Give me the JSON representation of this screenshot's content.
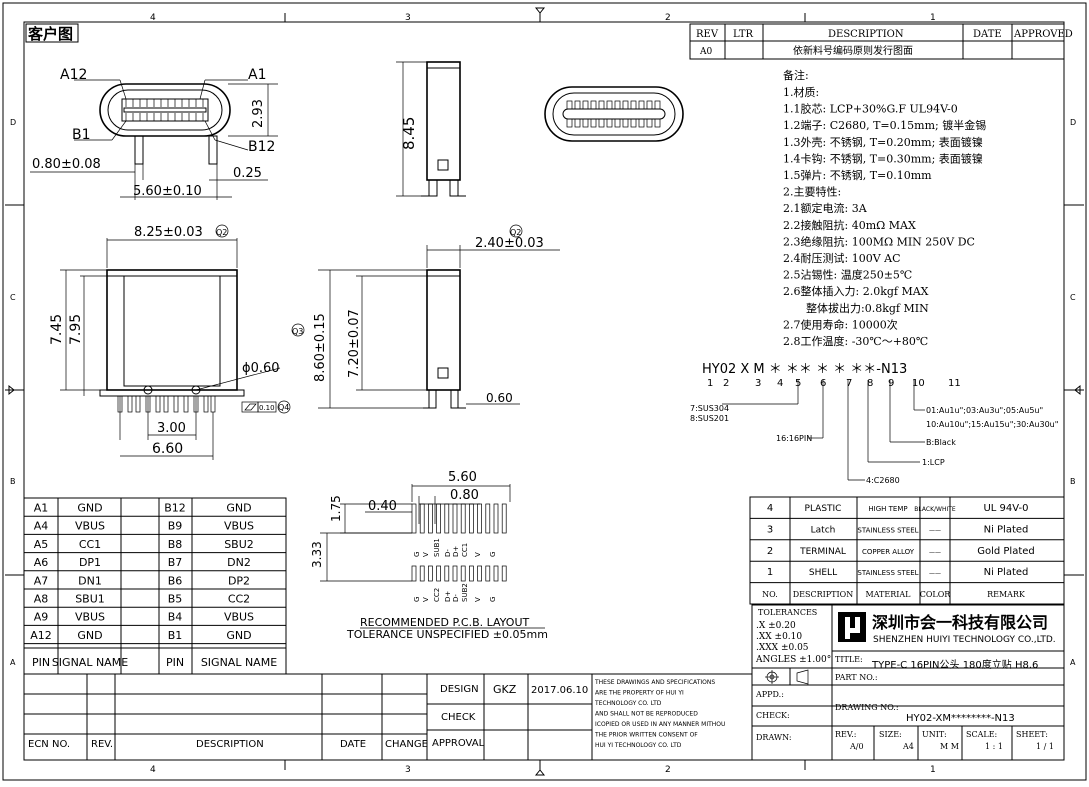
{
  "drawing_title": "客户图",
  "zone_numbers_top": [
    "4",
    "3",
    "2",
    "1"
  ],
  "zone_numbers_bottom": [
    "4",
    "3",
    "2",
    "1"
  ],
  "zone_letters_left": [
    "D",
    "C",
    "B",
    "A"
  ],
  "zone_letters_right": [
    "D",
    "C",
    "B",
    "A"
  ],
  "revision_table": {
    "headers": [
      "REV",
      "LTR",
      "DESCRIPTION",
      "DATE",
      "APPROVED"
    ],
    "row": [
      "A0",
      "",
      "依新料号编码原则发行图面",
      "",
      ""
    ]
  },
  "dimensions": {
    "a12": "A12",
    "a1": "A1",
    "b1": "B1",
    "b12": "B12",
    "d_293": "2.93",
    "d_080": "0.80±0.08",
    "d_560": "5.60±0.10",
    "d_025": "0.25",
    "d_845": "8.45",
    "d_825": "8.25±0.03",
    "q2a": "Q2",
    "d_240": "2.40±0.03",
    "q2b": "Q2",
    "d_745": "7.45",
    "d_795": "7.95",
    "d_060": "ϕ0.60",
    "d_860": "8.60±0.15",
    "d_720": "7.20±0.07",
    "q3": "Q3",
    "flat_010": "0.10",
    "q4": "Q4",
    "d_300": "3.00",
    "d_660": "6.60",
    "d_060b": "0.60"
  },
  "notes": {
    "heading": "备注:",
    "lines": [
      "1.材质:",
      "1.1胶芯: LCP+30%G.F UL94V-0",
      "1.2端子: C2680, T=0.15mm; 镀半金锡",
      "1.3外壳: 不锈钢, T=0.20mm; 表面镀镍",
      "1.4卡钩: 不锈钢, T=0.30mm; 表面镀镍",
      "1.5弹片: 不锈钢, T=0.10mm",
      "2.主要特性:",
      "2.1额定电流: 3A",
      "2.2接触阻抗: 40mΩ MAX",
      "2.3绝缘阻抗: 100MΩ MIN 250V DC",
      "2.4耐压测试: 100V AC",
      "2.5沾锡性: 温度250±5℃",
      "2.6整体插入力: 2.0kgf MAX",
      "整体拔出力:0.8kgf MIN",
      "2.7使用寿命: 10000次",
      "2.8工作温度: -30℃～+80℃"
    ]
  },
  "part_code": {
    "code": "HY02  X  M  ＊  ＊＊  ＊  ＊  ＊＊-N13",
    "positions": [
      "1",
      "2",
      "3",
      "4",
      "5",
      "6",
      "7",
      "8",
      "9",
      "10",
      "11"
    ],
    "opt_shell": [
      "7:SUS304",
      "8:SUS201"
    ],
    "opt_pin": "16:16PIN",
    "opt_terminal": "4:C2680",
    "opt_housing": "1:LCP",
    "opt_color": "B:Black",
    "opt_plating": [
      "01:Au1u\";03:Au3u\";05:Au5u\"",
      "10:Au10u\";15:Au15u\";30:Au30u\""
    ]
  },
  "pin_table": {
    "rows": [
      [
        "A1",
        "GND",
        "B12",
        "GND"
      ],
      [
        "A4",
        "VBUS",
        "B9",
        "VBUS"
      ],
      [
        "A5",
        "CC1",
        "B8",
        "SBU2"
      ],
      [
        "A6",
        "DP1",
        "B7",
        "DN2"
      ],
      [
        "A7",
        "DN1",
        "B6",
        "DP2"
      ],
      [
        "A8",
        "SBU1",
        "B5",
        "CC2"
      ],
      [
        "A9",
        "VBUS",
        "B4",
        "VBUS"
      ],
      [
        "A12",
        "GND",
        "B1",
        "GND"
      ]
    ],
    "header": [
      "PIN",
      "SIGNAL NAME",
      "PIN",
      "SIGNAL NAME"
    ]
  },
  "pcb": {
    "d_560": "5.60",
    "d_080": "0.80",
    "d_040": "0.40",
    "d_175": "1.75",
    "d_333": "3.33",
    "top_labels": [
      "G",
      "V",
      "SUB1",
      "D-",
      "D+",
      "CC1",
      "V",
      "G"
    ],
    "bottom_labels": [
      "G",
      "V",
      "CC2",
      "D+",
      "D-",
      "SUB2",
      "V",
      "G"
    ],
    "caption1": "RECOMMENDED  P.C.B. LAYOUT",
    "caption2": "TOLERANCE  UNSPECIFIED  ±0.05mm"
  },
  "material_table": {
    "rows": [
      [
        "4",
        "PLASTIC",
        "HIGH TEMP",
        "BLACK/WHITE",
        "UL 94V-0"
      ],
      [
        "3",
        "Latch",
        "STAINLESS STEEL",
        "——",
        "Ni Plated"
      ],
      [
        "2",
        "TERMINAL",
        "COPPER ALLOY",
        "——",
        "Gold Plated"
      ],
      [
        "1",
        "SHELL",
        "STAINLESS STEEL",
        "——",
        "Ni Plated"
      ]
    ],
    "header": [
      "NO.",
      "DESCRIPTION",
      "MATERIAL",
      "COLOR",
      "REMARK"
    ]
  },
  "title_block": {
    "tol_title": "TOLERANCES",
    "tol_lines": [
      ".X    ±0.20",
      ".XX   ±0.10",
      ".XXX  ±0.05",
      "ANGLES ±1.00°"
    ],
    "company_cn": "深圳市会一科技有限公司",
    "company_en": "SHENZHEN HUIYI TECHNOLOGY CO.,LTD.",
    "title_label": "TITLE:",
    "title_value": "TYPE-C 16PIN公头 180度立贴 H8.6",
    "appd": "APPD.:",
    "part_no": "PART NO.:",
    "check": "CHECK:",
    "drawing_no_label": "DRAWING NO.:",
    "drawing_no": "HY02-XM********-N13",
    "drawn": "DRAWN:",
    "rev_label": "REV.:",
    "rev_val": "A/0",
    "size_label": "SIZE:",
    "size_val": "A4",
    "unit_label": "UNIT:",
    "unit_val": "M M",
    "scale_label": "SCALE:",
    "scale_val": "1 : 1",
    "sheet_label": "SHEET:",
    "sheet_val": "1 / 1"
  },
  "sign_block": {
    "design": "DESIGN",
    "design_by": "GKZ",
    "design_date": "2017.06.10",
    "check": "CHECK",
    "approval": "APPROVAL",
    "notice": [
      "THESE DRAWINGS AND SPECIFICATIONS",
      "ARE THE PROPERTY OF HUI YI",
      "TECHNOLOGY  CO. LTD",
      "AND SHALL NOT BE REPRODUCED",
      "ICOPIED OR USED IN ANY MANNER MITHOU",
      "THE PRIOR WRITTEN CONSENT OF",
      "HUI YI  TECHNOLOGY CO. LTD"
    ],
    "ecn_no": "ECN NO.",
    "rev": "REV.",
    "description": "DESCRIPTION",
    "date": "DATE",
    "change": "CHANGE"
  }
}
